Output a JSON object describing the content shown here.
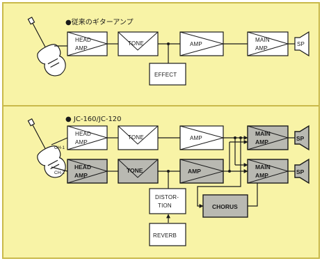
{
  "colors": {
    "background": "#f8f3a6",
    "panel_border": "#c9b94a",
    "gray_block": "#b9b9b2"
  },
  "top": {
    "title": "●従来のギターアンプ",
    "head_amp": [
      "HEAD",
      "AMP"
    ],
    "tone": "TONE",
    "amp": "AMP",
    "main_amp": [
      "MAIN",
      "AMP"
    ],
    "sp": "SP",
    "effect": "EFFECT"
  },
  "bottom": {
    "title": "● JC-160/JC-120",
    "ch1_label": "CH-1",
    "ch2_label": "CH-2",
    "ch1_head_amp": [
      "HEAD",
      "AMP"
    ],
    "ch2_head_amp": [
      "HEAD",
      "AMP"
    ],
    "ch1_tone": "TONE",
    "ch2_tone": "TONE",
    "ch1_amp": "AMP",
    "ch2_amp": "AMP",
    "main_amp_1": [
      "MAIN",
      "AMP"
    ],
    "main_amp_2": [
      "MAIN",
      "AMP"
    ],
    "sp_1": "SP",
    "sp_2": "SP",
    "distortion": [
      "DISTOR-",
      "TION"
    ],
    "reverb": "REVERB",
    "chorus": "CHORUS"
  }
}
